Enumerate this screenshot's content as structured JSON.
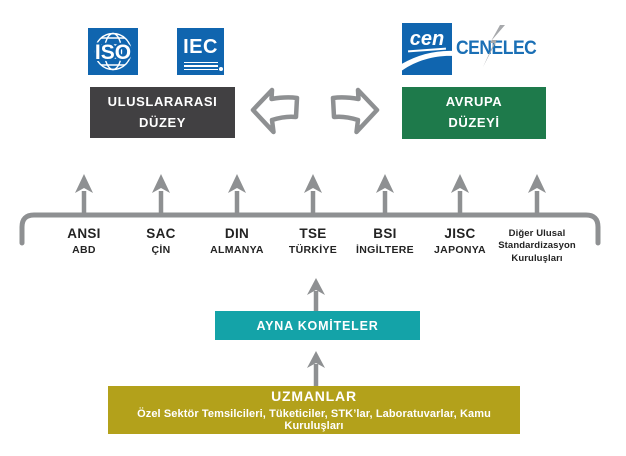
{
  "logos": {
    "iso": "ISO",
    "iec": "IEC",
    "cen": "cen",
    "cenelec": "CENELEC"
  },
  "levels": {
    "international": {
      "line1": "ULUSLARARASI",
      "line2": "DÜZEY"
    },
    "european": {
      "line1": "AVRUPA",
      "line2": "DÜZEYİ"
    }
  },
  "national_bodies": [
    {
      "name": "ANSI",
      "country": "ABD"
    },
    {
      "name": "SAC",
      "country": "ÇİN"
    },
    {
      "name": "DIN",
      "country": "ALMANYA"
    },
    {
      "name": "TSE",
      "country": "TÜRKİYE"
    },
    {
      "name": "BSI",
      "country": "İNGİLTERE"
    },
    {
      "name": "JISC",
      "country": "JAPONYA"
    },
    {
      "name": "Diğer Ulusal Standardizasyon Kuruluşları",
      "country": ""
    }
  ],
  "mirror_committees": {
    "label": "AYNA KOMİTELER"
  },
  "experts": {
    "title": "UZMANLAR",
    "subtitle": "Özel Sektör Temsilcileri, Tüketiciler, STK’lar, Laboratuvarlar, Kamu Kuruluşları"
  },
  "colors": {
    "logo_blue": "#1065af",
    "international_box": "#414042",
    "european_box": "#1e7a4b",
    "mirror_box": "#14a3a8",
    "experts_box": "#b3a11b",
    "connector_gray": "#8e9092",
    "cenelec_blue": "#1a6fb5"
  },
  "icons": {
    "exchange_left": "hollow-arrow-left",
    "exchange_right": "hollow-arrow-right",
    "flow_up": "solid-arrow-up"
  }
}
